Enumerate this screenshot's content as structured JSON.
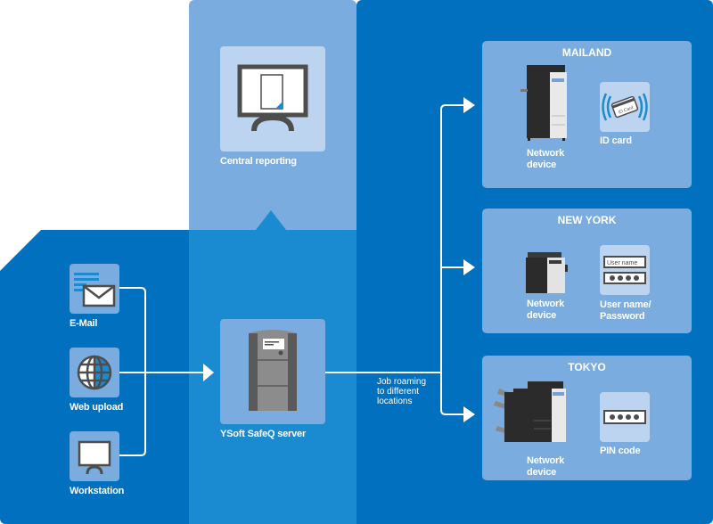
{
  "diagram": {
    "sources": [
      {
        "label": "E-Mail",
        "icon": "email-icon"
      },
      {
        "label": "Web upload",
        "icon": "globe-icon"
      },
      {
        "label": "Workstation",
        "icon": "monitor-icon"
      }
    ],
    "reporting": {
      "label": "Central reporting",
      "icon": "report-monitor-icon"
    },
    "server": {
      "label": "YSoft SafeQ server",
      "icon": "server-icon"
    },
    "roaming_label": "Job roaming\nto different\nlocations",
    "roaming_lines": [
      "Job roaming",
      "to different",
      "locations"
    ],
    "locations": [
      {
        "name": "MAILAND",
        "device_label_1": "Network",
        "device_label_2": "device",
        "auth_label_1": "ID card",
        "auth_label_2": "",
        "auth_icon": "id-card-icon",
        "card_text": "ID Card"
      },
      {
        "name": "NEW YORK",
        "device_label_1": "Network",
        "device_label_2": "device",
        "auth_label_1": "User name/",
        "auth_label_2": "Password",
        "auth_icon": "login-form-icon",
        "field_text": "User name"
      },
      {
        "name": "TOKYO",
        "device_label_1": "Network",
        "device_label_2": "device",
        "auth_label_1": "PIN code",
        "auth_label_2": "",
        "auth_icon": "pin-pad-icon"
      }
    ],
    "colors": {
      "dark_blue": "#0171bf",
      "mid_blue": "#1a8bd0",
      "light_blue": "#7aacdf",
      "pale_blue": "#bcd4f0",
      "icon_gray": "#4d4d4d"
    }
  }
}
